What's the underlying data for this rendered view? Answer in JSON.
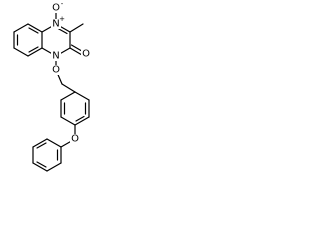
{
  "molecule": {
    "atoms": {
      "n_oxide_nitrogen": "N",
      "n_oxide_charge_plus": "+",
      "n_oxide_oxygen": "O",
      "n_oxide_charge_minus": "-",
      "carbonyl_oxygen": "O",
      "ring_nitrogen": "N",
      "ether_oxygen": "O",
      "phenoxy_oxygen": "O"
    }
  }
}
